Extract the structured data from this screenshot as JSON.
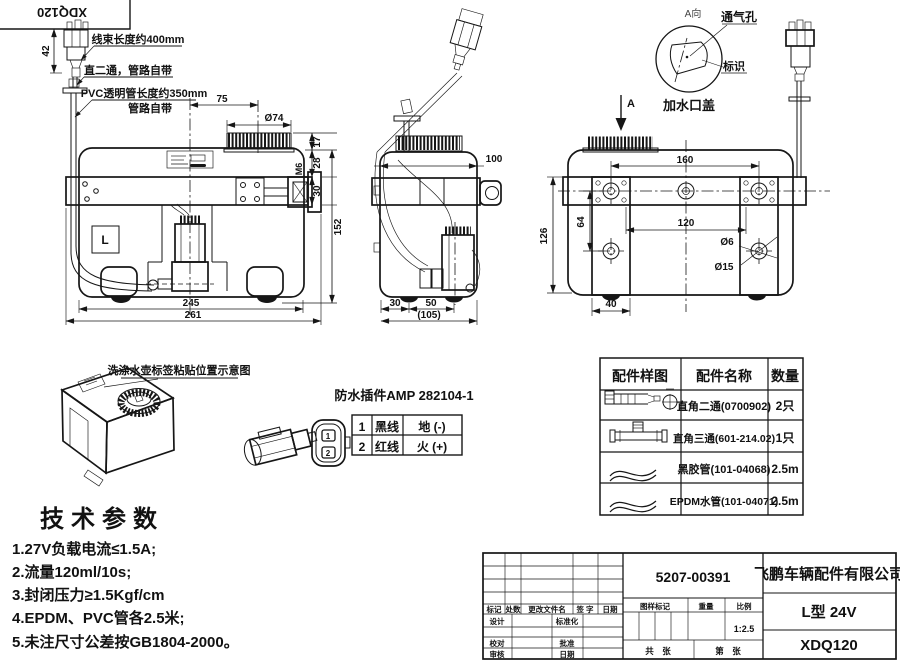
{
  "sheet": {
    "corner_stamp": "XDQ120"
  },
  "front_view": {
    "dim_42": "42",
    "note_harness": "线束长度约400mm",
    "note_elbow": "直二通，管路自带",
    "note_pvc_line1": "PVC透明管长度约350mm",
    "note_pvc_line2": "管路自带",
    "dim_75": "75",
    "dim_d74": "Ø74",
    "thread": "M6",
    "tank_letter": "L",
    "dim_17": "17",
    "dim_28": "28",
    "dim_30": "30",
    "dim_152": "152",
    "dim_245": "245",
    "dim_261": "261"
  },
  "side_view": {
    "dim_100": "100",
    "dim_30": "30",
    "dim_50": "50",
    "dim_105": "(105)"
  },
  "rear_view": {
    "view_arrow": "A",
    "dim_160": "160",
    "dim_120": "120",
    "dim_64": "64",
    "dim_126": "126",
    "dim_40": "40",
    "dim_d6": "Ø6",
    "dim_d15": "Ø15"
  },
  "cap_detail": {
    "view_label": "A向",
    "vent": "通气孔",
    "marking": "标识",
    "caption": "加水口盖"
  },
  "label_diagram": {
    "caption": "洗涤水壶标签粘贴位置示意图"
  },
  "connector": {
    "title": "防水插件AMP 282104-1",
    "face_pins": [
      "1",
      "2"
    ],
    "pin_table": [
      {
        "no": "1",
        "wire": "黑线",
        "polarity": "地 (-)"
      },
      {
        "no": "2",
        "wire": "红线",
        "polarity": "火 (+)"
      }
    ]
  },
  "parts_table": {
    "headers": [
      "配件样图",
      "配件名称",
      "数量"
    ],
    "rows": [
      {
        "name": "直角二通(0700902)",
        "qty": "2只"
      },
      {
        "name": "直角三通(601-214.02)",
        "qty": "1只"
      },
      {
        "name": "黑胶管(101-04068)",
        "qty": "2.5m"
      },
      {
        "name": "EPDM水管(101-04071)",
        "qty": "2.5m"
      }
    ]
  },
  "tech_params": {
    "title": "技术参数",
    "items": [
      "1.27V负载电流≤1.5A;",
      "2.流量120ml/10s;",
      "3.封闭压力≥1.5Kgf/cm",
      "4.EPDM、PVC管各2.5米;",
      "5.未注尺寸公差按GB1804-2000。"
    ]
  },
  "title_block": {
    "drawing_no": "5207-00391",
    "company": "飞鹏车辆配件有限公司",
    "model": "L型 24V",
    "code": "XDQ120",
    "rev_cols": [
      "标记",
      "处数",
      "更改文件名",
      "签 字",
      "日期"
    ],
    "design": "设计",
    "standardization": "标准化",
    "check": "校对",
    "approve": "批准",
    "review": "审核",
    "date": "日期",
    "stamp": "图样标记",
    "weight": "重量",
    "scale_label": "比例",
    "scale": "1:2.5",
    "sheet_total": "共　张",
    "sheet_no": "第　张"
  }
}
